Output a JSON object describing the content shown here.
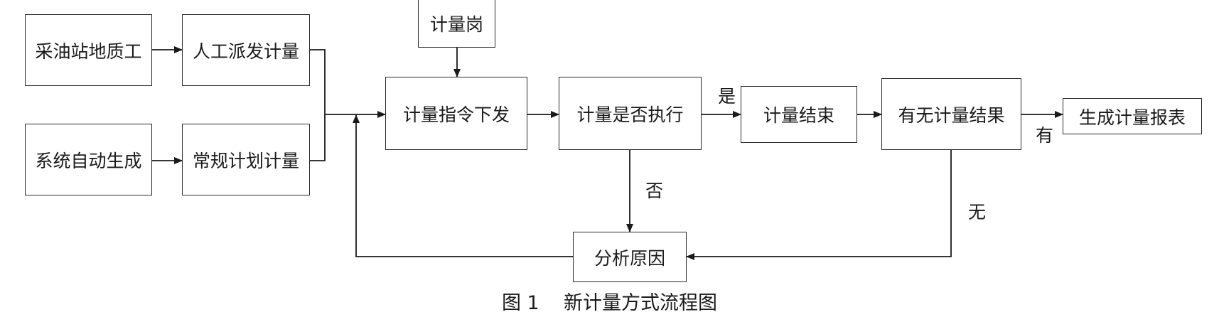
{
  "nodes": {
    "oil_station_geologist": "采油站地质工",
    "manual_dispatch": "人工派发计量",
    "system_auto": "系统自动生成",
    "regular_plan": "常规计划计量",
    "metering_post": "计量岗",
    "issue_command": "计量指令下发",
    "executed_check": "计量是否执行",
    "metering_end": "计量结束",
    "result_check": "有无计量结果",
    "generate_report": "生成计量报表",
    "analyze_cause": "分析原因"
  },
  "edge_labels": {
    "yes": "是",
    "no": "否",
    "has": "有",
    "none": "无"
  },
  "caption": "图 1    新计量方式流程图"
}
